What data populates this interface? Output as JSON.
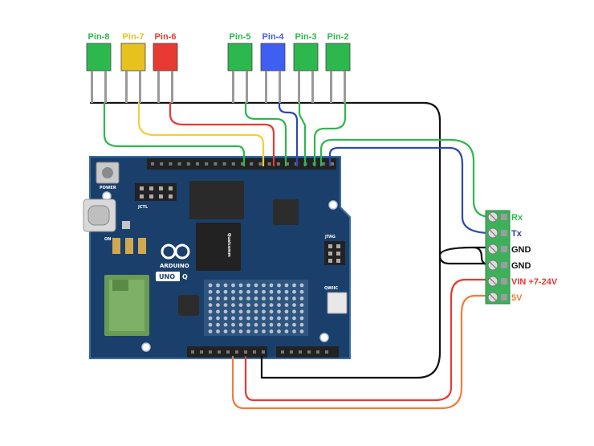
{
  "diagram": {
    "pins": [
      {
        "label": "Pin-8",
        "color": "#2db84d"
      },
      {
        "label": "Pin-7",
        "color": "#e6c21f"
      },
      {
        "label": "Pin-6",
        "color": "#e63a32"
      },
      {
        "label": "Pin-5",
        "color": "#2db84d"
      },
      {
        "label": "Pin-4",
        "color": "#3f5ff0"
      },
      {
        "label": "Pin-3",
        "color": "#2db84d"
      },
      {
        "label": "Pin-2",
        "color": "#2db84d"
      }
    ],
    "terminals": [
      {
        "label": "Rx",
        "color": "#2db84d"
      },
      {
        "label": "Tx",
        "color": "#2b3ea8"
      },
      {
        "label": "GND",
        "color": "#111111"
      },
      {
        "label": "GND",
        "color": "#111111"
      },
      {
        "label": "VIN +7-24V",
        "color": "#e63a32"
      },
      {
        "label": "5V",
        "color": "#f07d3a"
      }
    ],
    "board": {
      "brand": "ARDUINO",
      "model_prefix": "UNO",
      "model_suffix": "Q",
      "silk_power": "POWER",
      "silk_on": "ON",
      "silk_icsp": "JCTL",
      "silk_jtag": "JTAG",
      "silk_qwiic": "QWIIC",
      "chip_brand": "Qualcomm"
    },
    "colors": {
      "board": "#1b3f6b",
      "board_edge": "#3a6ea0",
      "wire_black": "#111111",
      "wire_green": "#2db84d",
      "wire_yellow": "#f2cf3a",
      "wire_red": "#e63a32",
      "wire_blue": "#2f47b5",
      "wire_orange": "#f07d3a",
      "terminal_block": "#3fb05a"
    }
  }
}
